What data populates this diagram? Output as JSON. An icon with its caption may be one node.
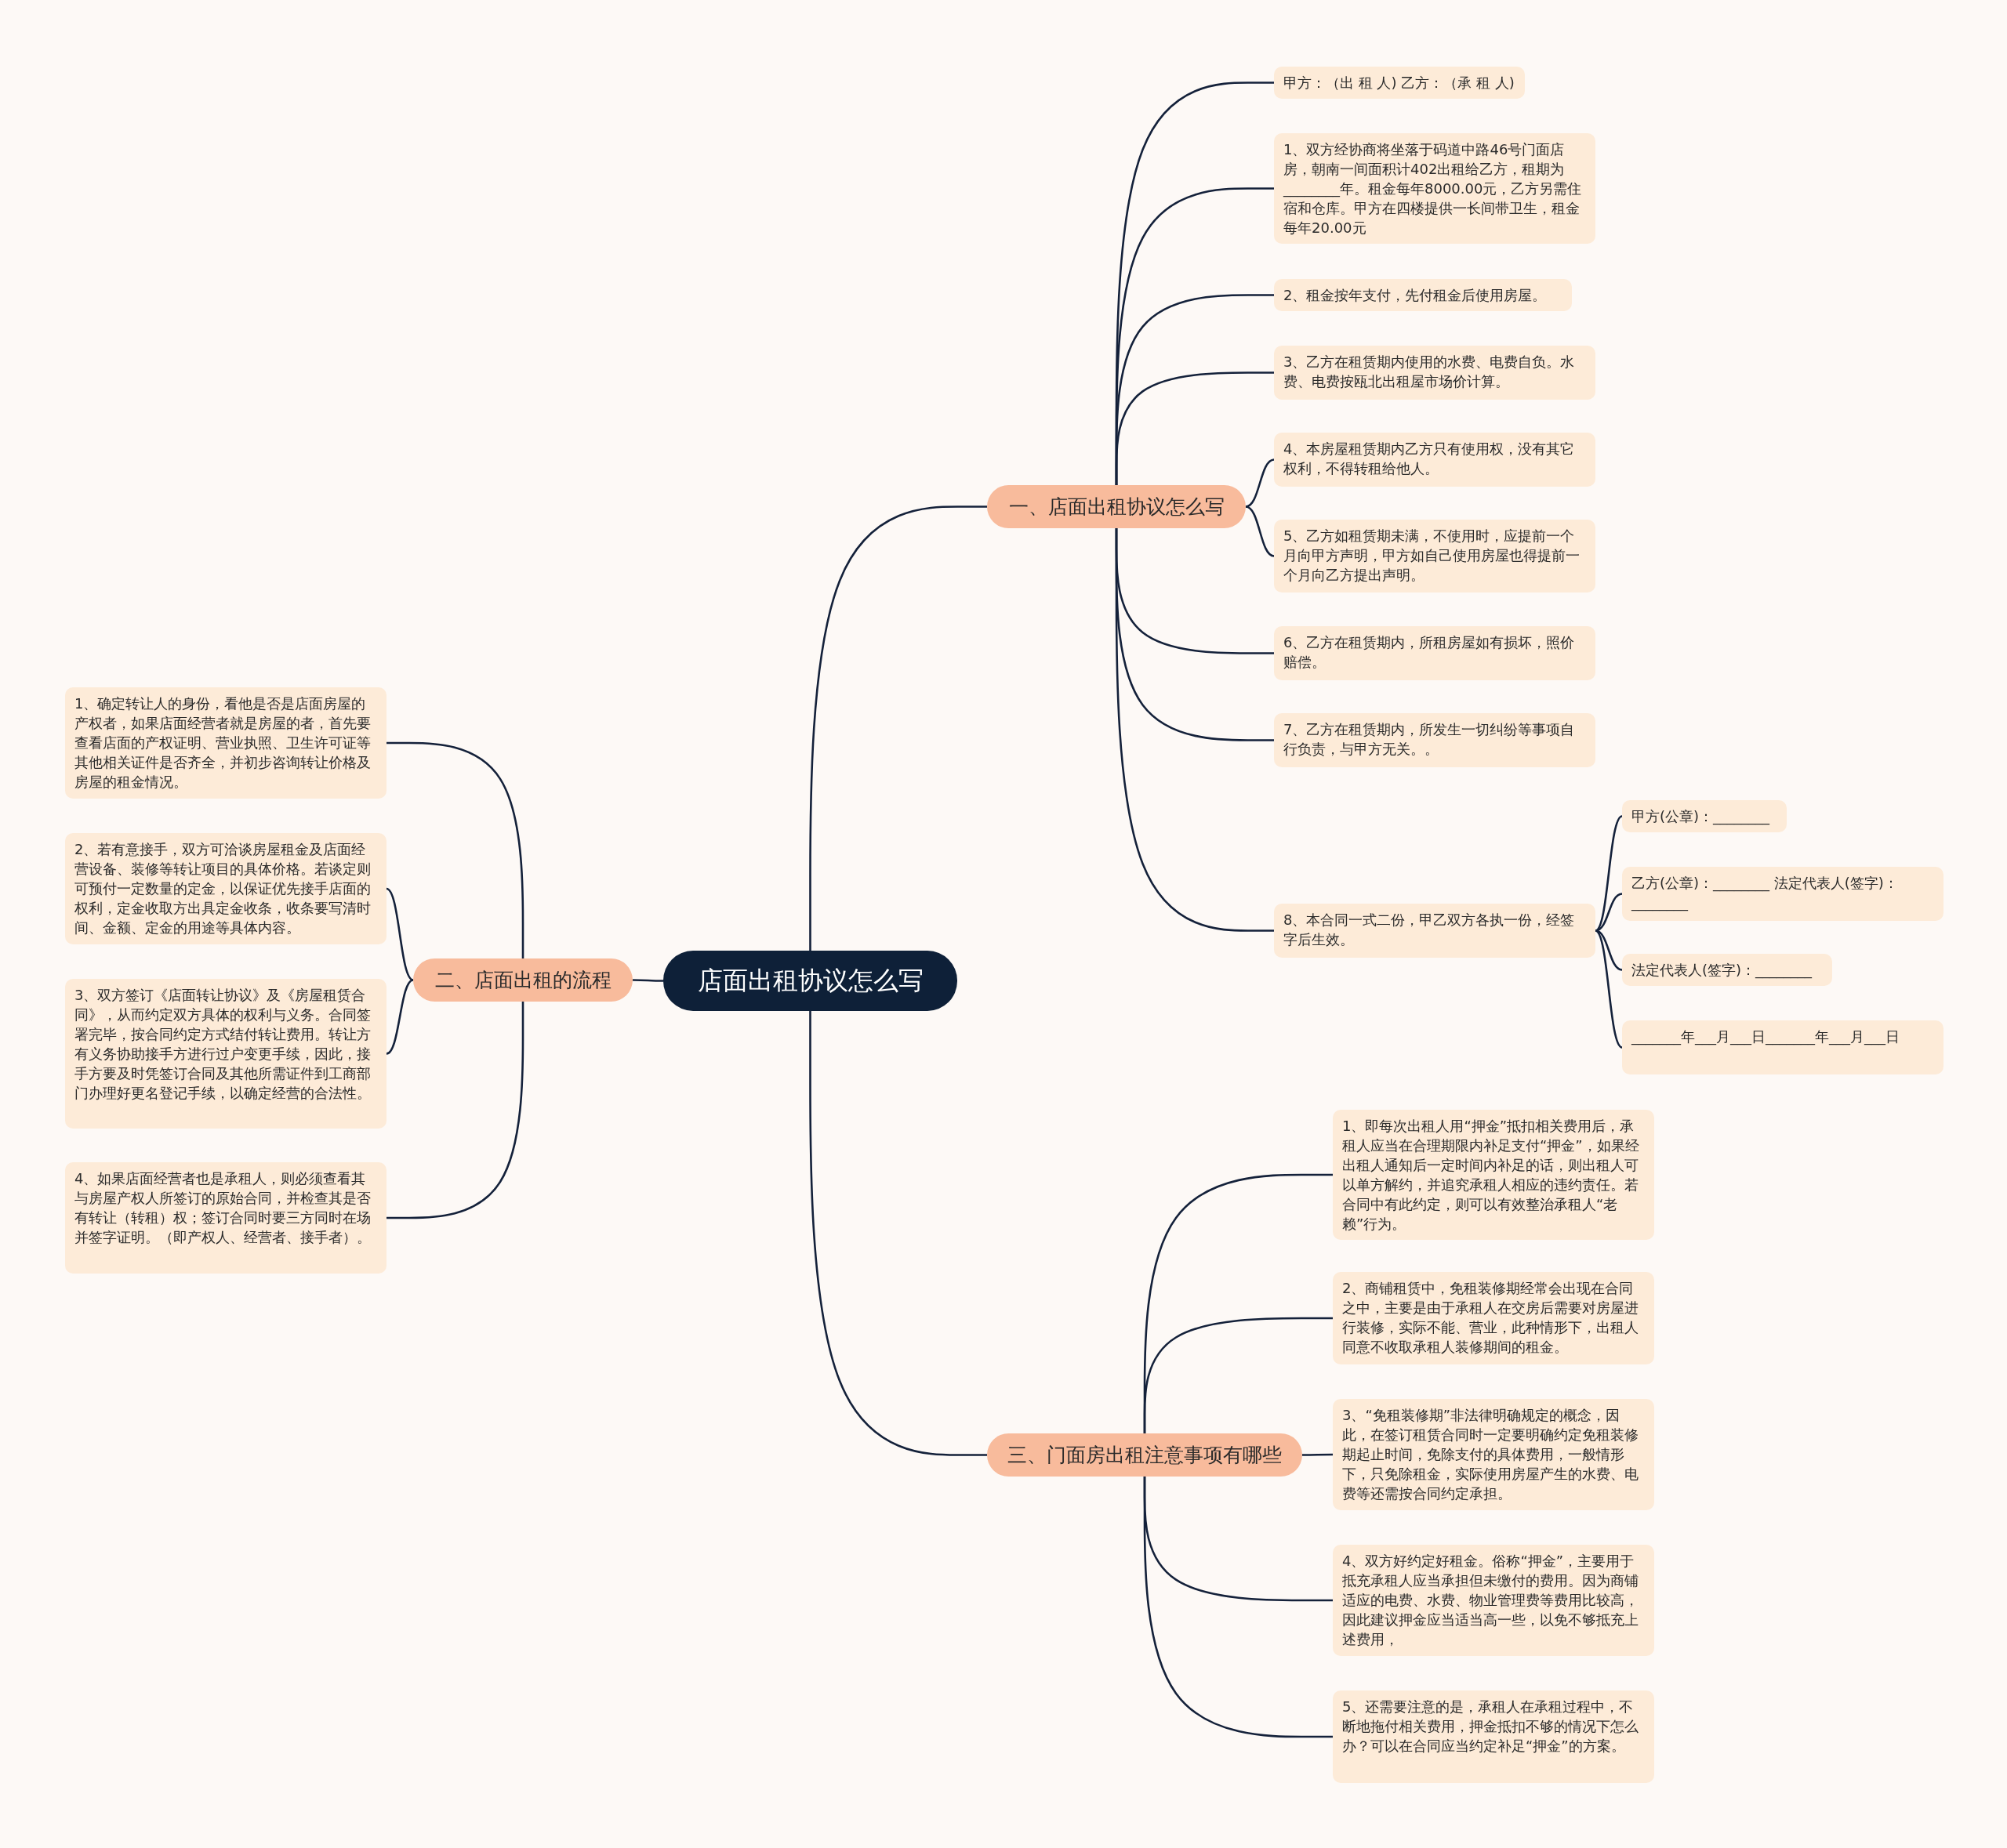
{
  "diagram": {
    "nodes": [
      {
        "text": [
          "店面出租协议怎么写"
        ]
      },
      {
        "text": [
          "一、店面出租协议怎么写"
        ]
      },
      {
        "text": [
          "甲方：（出 租 人) 乙方：（承 租 人)"
        ]
      },
      {
        "text": [
          "1、双方经协商将坐落于码道中路46号门面店房，朝南一间面积计402出租给乙方，租期为________年。租金每年8000.00元，乙方另需住宿和仓库。甲方在四楼提供一长间带卫生，租金每年20.00元"
        ]
      },
      {
        "text": [
          "2、租金按年支付，先付租金后使用房屋。"
        ]
      },
      {
        "text": [
          "3、乙方在租赁期内使用的水费、电费自负。水费、电费按瓯北出租屋市场价计算。"
        ]
      },
      {
        "text": [
          "4、本房屋租赁期内乙方只有使用权，没有其它权利，不得转租给他人。"
        ]
      },
      {
        "text": [
          "5、乙方如租赁期未满，不使用时，应提前一个月向甲方声明，甲方如自己使用房屋也得提前一个月向乙方提出声明。"
        ]
      },
      {
        "text": [
          "6、乙方在租赁期内，所租房屋如有损坏，照价赔偿。"
        ]
      },
      {
        "text": [
          "7、乙方在租赁期内，所发生一切纠纷等事项自行负责，与甲方无关。。"
        ]
      },
      {
        "text": [
          "8、本合同一式二份，甲乙双方各执一份，经签字后生效。"
        ]
      },
      {
        "text": [
          "甲方(公章)：________"
        ]
      },
      {
        "text": [
          "乙方(公章)：________ 法定代表人(签字)：________"
        ]
      },
      {
        "text": [
          "法定代表人(签字)：________"
        ]
      },
      {
        "text": [
          "_______年___月___日_______年___月___日"
        ]
      },
      {
        "text": [
          "二、店面出租的流程"
        ]
      },
      {
        "text": [
          "1、确定转让人的身份，看他是否是店面房屋的产权者，如果店面经营者就是房屋的者，首先要查看店面的产权证明、营业执照、卫生许可证等其他相关证件是否齐全，并初步咨询转让价格及房屋的租金情况。"
        ]
      },
      {
        "text": [
          "2、若有意接手，双方可洽谈房屋租金及店面经营设备、装修等转让项目的具体价格。若谈定则可预付一定数量的定金，以保证优先接手店面的权利，定金收取方出具定金收条，收条要写清时间、金额、定金的用途等具体内容。"
        ]
      },
      {
        "text": [
          "3、双方签订《店面转让协议》及《房屋租赁合同》，从而约定双方具体的权利与义务。合同签署完毕，按合同约定方式结付转让费用。转让方有义务协助接手方进行过户变更手续，因此，接手方要及时凭签订合同及其他所需证件到工商部门办理好更名登记手续，以确定经营的合法性。"
        ]
      },
      {
        "text": [
          "4、如果店面经营者也是承租人，则必须查看其与房屋产权人所签订的原始合同，并检查其是否有转让（转租）权；签订合同时要三方同时在场并签字证明。（即产权人、经营者、接手者）。"
        ]
      },
      {
        "text": [
          "三、门面房出租注意事项有哪些"
        ]
      },
      {
        "text": [
          "1、即每次出租人用“押金”抵扣相关费用后，承租人应当在合理期限内补足支付“押金”，如果经出租人通知后一定时间内补足的话，则出租人可以单方解约，并追究承租人相应的违约责任。若合同中有此约定，则可以有效整治承租人“老赖”行为。"
        ]
      },
      {
        "text": [
          "2、商铺租赁中，免租装修期经常会出现在合同之中，主要是由于承租人在交房后需要对房屋进行装修，实际不能、营业，此种情形下，出租人同意不收取承租人装修期间的租金。"
        ]
      },
      {
        "text": [
          "3、“免租装修期”非法律明确规定的概念，因此，在签订租赁合同时一定要明确约定免租装修期起止时间，免除支付的具体费用，一般情形下，只免除租金，实际使用房屋产生的水费、电费等还需按合同约定承担。"
        ]
      },
      {
        "text": [
          "4、双方好约定好租金。俗称“押金”，主要用于抵充承租人应当承担但未缴付的费用。因为商铺适应的电费、水费、物业管理费等费用比较高，因此建议押金应当适当高一些，以免不够抵充上述费用，"
        ]
      },
      {
        "text": [
          "5、还需要注意的是，承租人在承租过程中，不断地拖付相关费用，押金抵扣不够的情况下怎么办？可以在合同应当约定补足“押金”的方案。"
        ]
      }
    ],
    "edges": [
      {
        "from": 0,
        "to": 1,
        "arrow": "none"
      },
      {
        "from": 1,
        "to": 2,
        "arrow": "none"
      },
      {
        "from": 1,
        "to": 3,
        "arrow": "none"
      },
      {
        "from": 1,
        "to": 4,
        "arrow": "none"
      },
      {
        "from": 1,
        "to": 5,
        "arrow": "none"
      },
      {
        "from": 1,
        "to": 6,
        "arrow": "none"
      },
      {
        "from": 1,
        "to": 7,
        "arrow": "none"
      },
      {
        "from": 1,
        "to": 8,
        "arrow": "none"
      },
      {
        "from": 1,
        "to": 9,
        "arrow": "none"
      },
      {
        "from": 1,
        "to": 10,
        "arrow": "none"
      },
      {
        "from": 10,
        "to": 11,
        "arrow": "none"
      },
      {
        "from": 10,
        "to": 12,
        "arrow": "none"
      },
      {
        "from": 10,
        "to": 13,
        "arrow": "none"
      },
      {
        "from": 10,
        "to": 14,
        "arrow": "none"
      },
      {
        "from": 0,
        "to": 15,
        "arrow": "none"
      },
      {
        "from": 15,
        "to": 16,
        "arrow": "none"
      },
      {
        "from": 15,
        "to": 17,
        "arrow": "none"
      },
      {
        "from": 15,
        "to": 18,
        "arrow": "none"
      },
      {
        "from": 15,
        "to": 19,
        "arrow": "none"
      },
      {
        "from": 0,
        "to": 20,
        "arrow": "none"
      },
      {
        "from": 20,
        "to": 21,
        "arrow": "none"
      },
      {
        "from": 20,
        "to": 22,
        "arrow": "none"
      },
      {
        "from": 20,
        "to": 23,
        "arrow": "none"
      },
      {
        "from": 20,
        "to": 24,
        "arrow": "none"
      },
      {
        "from": 20,
        "to": 25,
        "arrow": "none"
      }
    ]
  }
}
